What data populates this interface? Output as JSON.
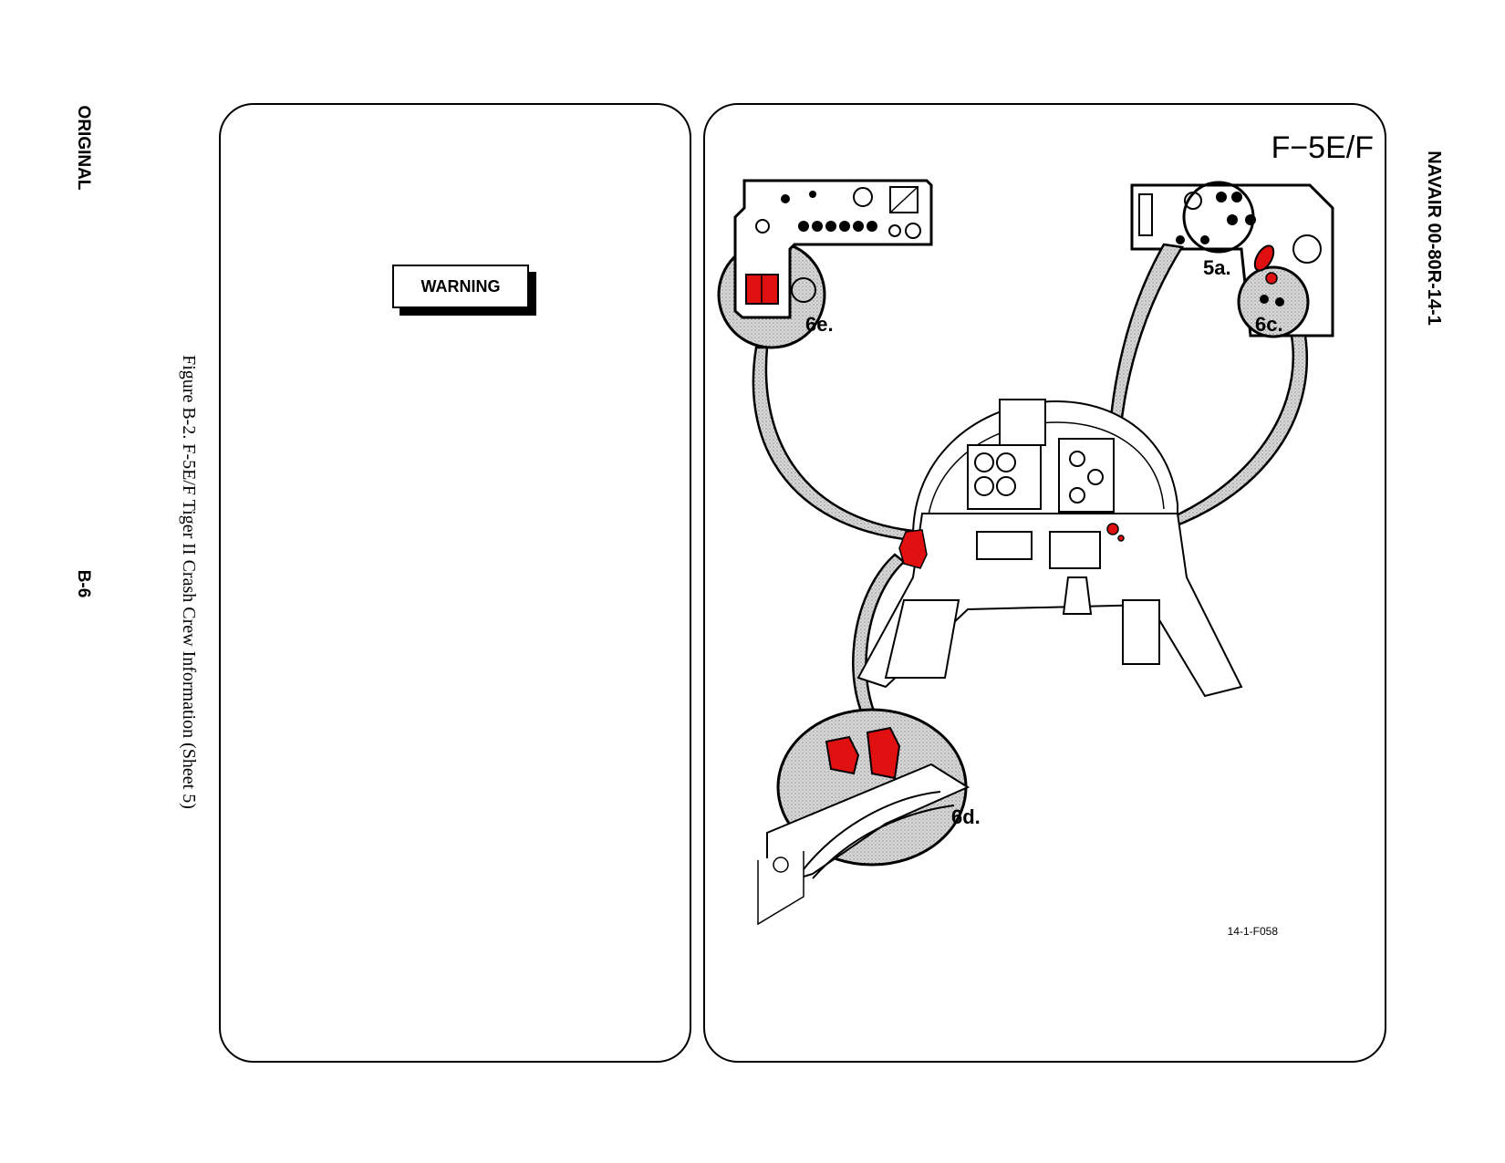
{
  "margin": {
    "left_label": "ORIGINAL",
    "page_number": "B-6",
    "right_label": "NAVAIR 00-80R-14-1"
  },
  "caption": "Figure B-2.  F-5E/F Tiger II Crash Crew Information (Sheet 5)",
  "left_panel": {
    "warning_label": "WARNING"
  },
  "diagram": {
    "aircraft": "F−5E/F",
    "callouts": {
      "c6e": "6e.",
      "c5a": "5a.",
      "c6c": "6c.",
      "c6d": "6d."
    },
    "figure_id": "14-1-F058"
  },
  "colors": {
    "highlight": "#e01010",
    "ink": "#000000",
    "stipple": "#bdbdbd"
  }
}
